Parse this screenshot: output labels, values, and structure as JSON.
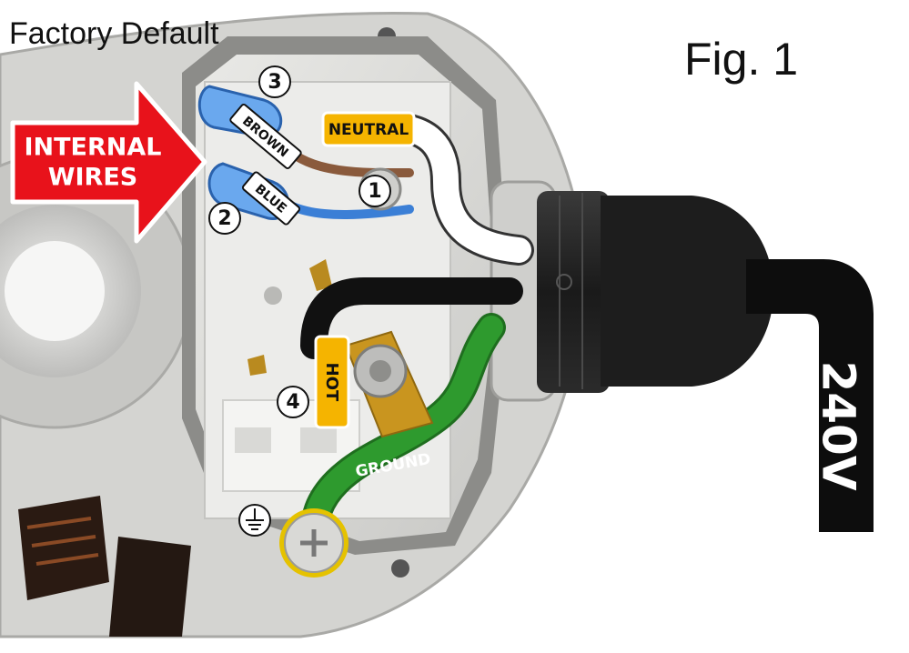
{
  "page": {
    "title": "Factory Default",
    "figure_label": "Fig. 1"
  },
  "callout": {
    "line1": "INTERNAL",
    "line2": "WIRES",
    "color": "#e8121b"
  },
  "wire_labels": {
    "brown": "BROWN",
    "blue": "BLUE",
    "neutral": "NEUTRAL",
    "hot": "HOT",
    "ground": "GROUND"
  },
  "terminals": {
    "t1": "1",
    "t2": "2",
    "t3": "3",
    "t4": "4"
  },
  "cable": {
    "voltage": "240V"
  },
  "colors": {
    "housing": "#d6d6d4",
    "neutral_wire": "#ffffff",
    "hot_wire": "#111111",
    "ground_wire": "#2e9a2e",
    "blue_wire": "#3b7fd6",
    "brown_wire": "#8a5a3c",
    "tag_yellow": "#f5b400"
  }
}
